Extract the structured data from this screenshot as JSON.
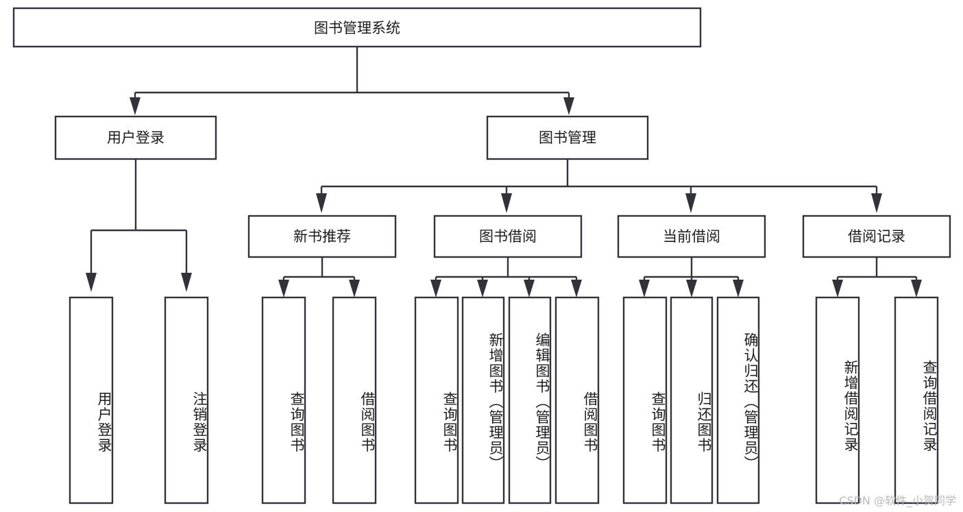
{
  "diagram": {
    "type": "tree",
    "title_node": {
      "id": "root",
      "label": "图书管理系统"
    },
    "level2": [
      {
        "id": "user-login",
        "label": "用户登录"
      },
      {
        "id": "book-manage",
        "label": "图书管理"
      }
    ],
    "level3": [
      {
        "id": "new-book-rec",
        "label": "新书推荐",
        "parent": "book-manage"
      },
      {
        "id": "book-borrow",
        "label": "图书借阅",
        "parent": "book-manage"
      },
      {
        "id": "current-borrow",
        "label": "当前借阅",
        "parent": "book-manage"
      },
      {
        "id": "borrow-record",
        "label": "借阅记录",
        "parent": "book-manage"
      }
    ],
    "leaves": {
      "user-login": [
        {
          "id": "leaf-user-login",
          "label": "用户登录"
        },
        {
          "id": "leaf-logout",
          "label": "注销登录"
        }
      ],
      "new-book-rec": [
        {
          "id": "leaf-query-book-1",
          "label": "查询图书"
        },
        {
          "id": "leaf-borrow-book-1",
          "label": "借阅图书"
        }
      ],
      "book-borrow": [
        {
          "id": "leaf-query-book-2",
          "label": "查询图书"
        },
        {
          "id": "leaf-add-book",
          "label": "新增图书（管理员）"
        },
        {
          "id": "leaf-edit-book",
          "label": "编辑图书（管理员）"
        },
        {
          "id": "leaf-borrow-book-2",
          "label": "借阅图书"
        }
      ],
      "current-borrow": [
        {
          "id": "leaf-query-book-3",
          "label": "查询图书"
        },
        {
          "id": "leaf-return-book",
          "label": "归还图书"
        },
        {
          "id": "leaf-confirm-return",
          "label": "确认归还（管理员）"
        }
      ],
      "borrow-record": [
        {
          "id": "leaf-add-record",
          "label": "新增借阅记录"
        },
        {
          "id": "leaf-query-record",
          "label": "查询借阅记录"
        }
      ]
    },
    "colors": {
      "stroke": "#32323a",
      "fill": "#ffffff",
      "text": "#1b1b1b",
      "watermark": "#b9b9bd",
      "background": "#ffffff"
    }
  },
  "watermark": {
    "text": "CSDN @软件_小贺同学"
  }
}
